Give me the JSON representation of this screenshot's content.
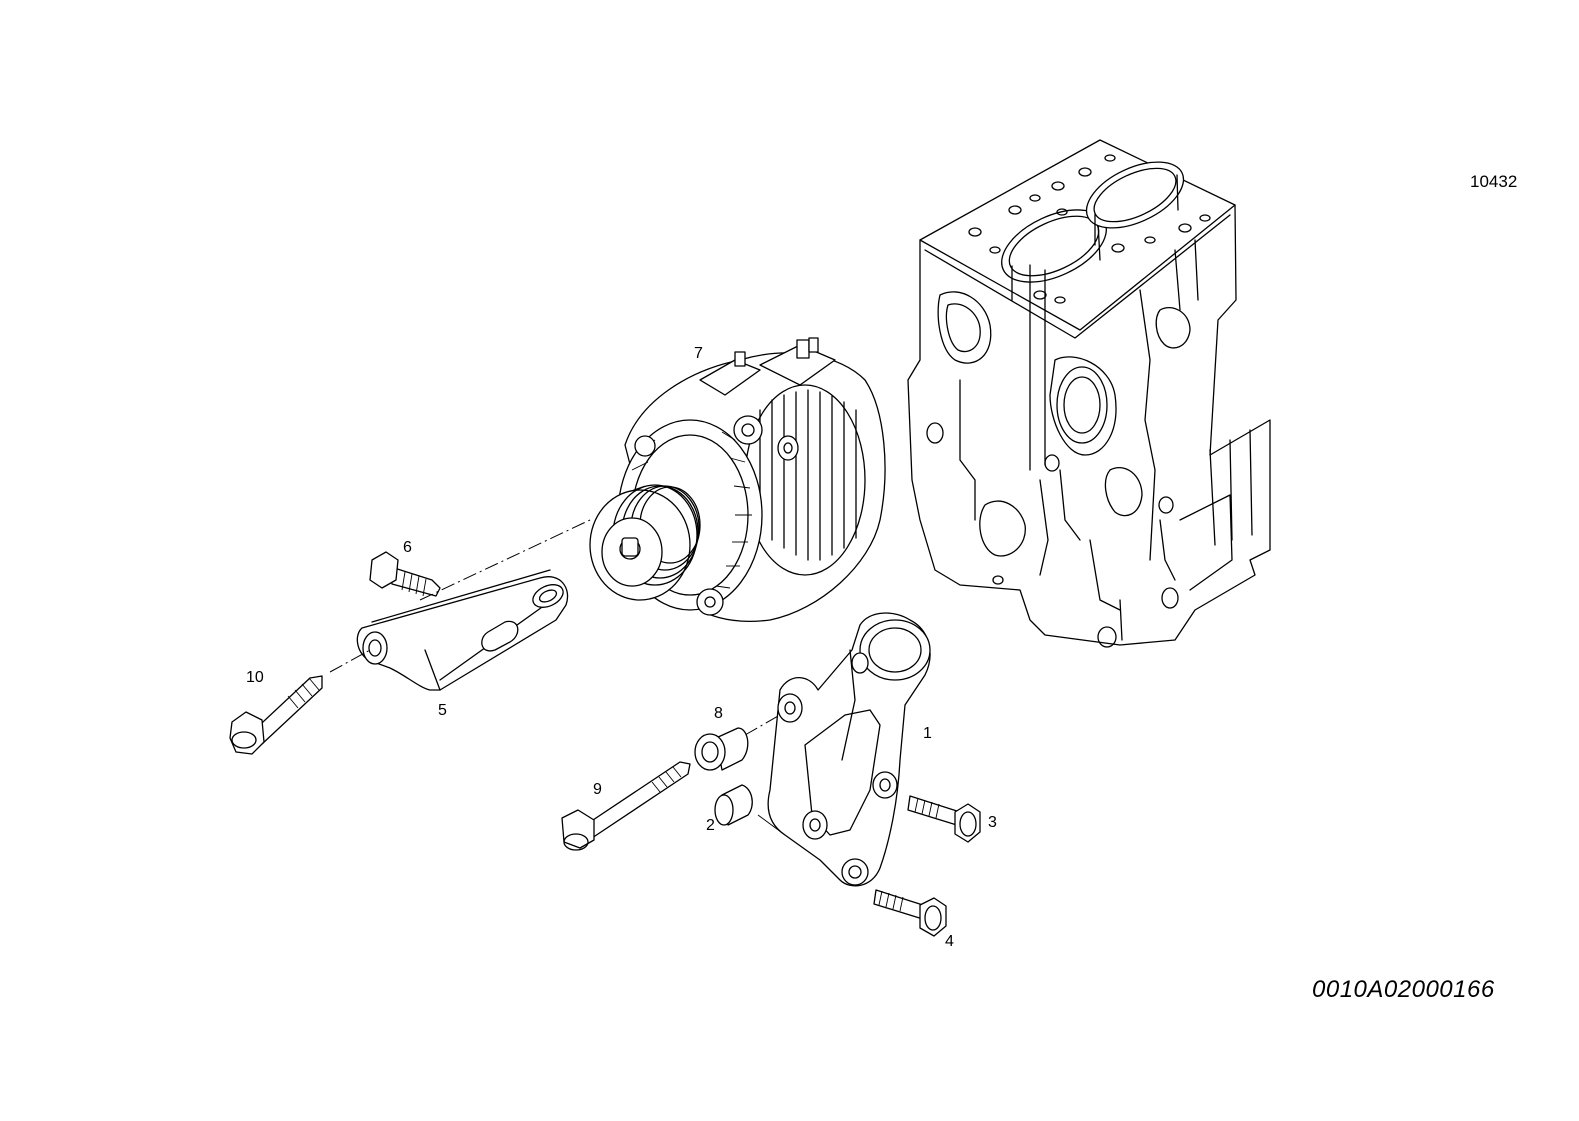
{
  "drawing": {
    "ref_top": "10432",
    "ref_bottom": "0010A02000166"
  },
  "callouts": [
    {
      "id": "1",
      "label": "1"
    },
    {
      "id": "2",
      "label": "2"
    },
    {
      "id": "3",
      "label": "3"
    },
    {
      "id": "4",
      "label": "4"
    },
    {
      "id": "5",
      "label": "5"
    },
    {
      "id": "6",
      "label": "6"
    },
    {
      "id": "7",
      "label": "7"
    },
    {
      "id": "8",
      "label": "8"
    },
    {
      "id": "9",
      "label": "9"
    },
    {
      "id": "10",
      "label": "10"
    }
  ],
  "parts_shown": [
    "engine-block",
    "alternator",
    "mounting-bracket",
    "adjuster-bracket",
    "bolt",
    "spacer-sleeve"
  ]
}
